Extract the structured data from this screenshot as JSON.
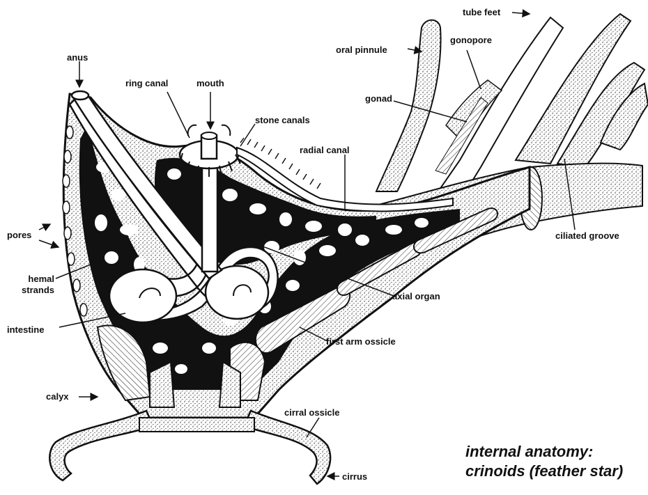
{
  "labels": {
    "anus": "anus",
    "ring_canal": "ring canal",
    "mouth": "mouth",
    "stone_canals": "stone canals",
    "radial_canal": "radial canal",
    "gonad": "gonad",
    "oral_pinnule": "oral pinnule",
    "gonopore": "gonopore",
    "tube_feet": "tube feet",
    "ciliated_groove": "ciliated groove",
    "axial_organ": "axial organ",
    "first_arm_ossicle": "first arm ossicle",
    "pores": "pores",
    "hemal_strands_1": "hemal",
    "hemal_strands_2": "strands",
    "intestine": "intestine",
    "calyx": "calyx",
    "cirral_ossicle": "cirral ossicle",
    "cirrus": "cirrus"
  },
  "caption": {
    "line1": "internal anatomy:",
    "line2": "crinoids (feather star)"
  }
}
